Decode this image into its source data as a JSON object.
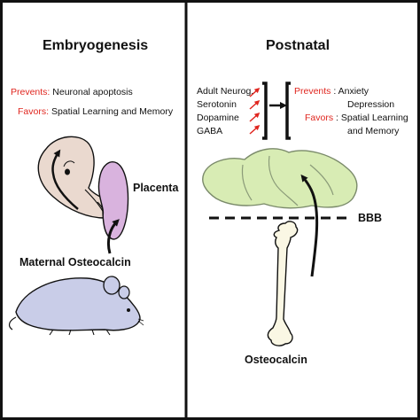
{
  "panels": {
    "left": {
      "title": "Embryogenesis",
      "prevents_label": "Prevents:",
      "prevents_text": "Neuronal apoptosis",
      "favors_label": "Favors:",
      "favors_text": "Spatial Learning and Memory",
      "placenta_label": "Placenta",
      "source_label": "Maternal Osteocalcin"
    },
    "right": {
      "title": "Postnatal",
      "neuro_list": [
        "Adult Neurog.",
        "Serotonin",
        "Dopamine",
        "GABA"
      ],
      "prevents_label": "Prevents",
      "prevents_sep": ":",
      "prevents_lines": [
        "Anxiety",
        "Depression"
      ],
      "favors_label": "Favors",
      "favors_sep": ":",
      "favors_lines": [
        "Spatial Learning",
        "and Memory"
      ],
      "barrier_label": "BBB",
      "source_label": "Osteocalcin"
    }
  },
  "colors": {
    "accent_red": "#e0261f",
    "embryo_fill": "#ead9cf",
    "placenta_fill": "#d9b3de",
    "mouse_fill": "#c9cde8",
    "brain_fill": "#d8ecb4",
    "bone_fill": "#faf7e4"
  },
  "icons": [
    "embryo-icon",
    "placenta-icon",
    "mouse-icon",
    "brain-icon",
    "bone-icon",
    "up-arrow-icon"
  ]
}
